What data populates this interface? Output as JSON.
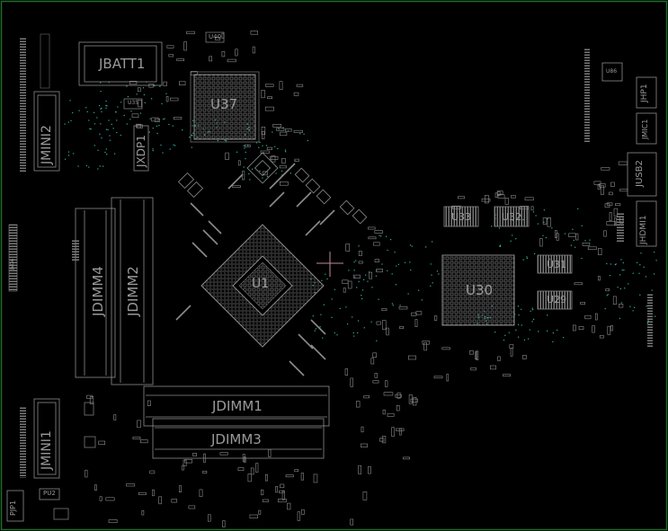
{
  "labels": {
    "jbatt1": "JBATT1",
    "u37": "U37",
    "u35": "U35",
    "u40": "U40",
    "jmini2": "JMINI2",
    "jxdp1": "JXDP1",
    "jdimm4": "JDIMM4",
    "jdimm2": "JDIMM2",
    "jdimm1": "JDIMM1",
    "jdimm3": "JDIMM3",
    "jmini1": "JMINI1",
    "pjp1": "PJP1",
    "pu2": "PU2",
    "u1": "U1",
    "u30": "U30",
    "u33": "U33",
    "u32": "U32",
    "u31": "U31",
    "u29": "U29",
    "u86": "U86",
    "jhp1": "JHP1",
    "jmic1": "JMIC1",
    "jusb2": "JUSB2",
    "jhdmi1": "JHDMI1",
    "jvga": "JVGA"
  },
  "colors": {
    "background": "#000000",
    "trace": "#8c8c8c",
    "label": "#9a9a9a",
    "via": "#2fb3a0",
    "marker": "#c08a9a",
    "frame": "#1f6b2a"
  }
}
